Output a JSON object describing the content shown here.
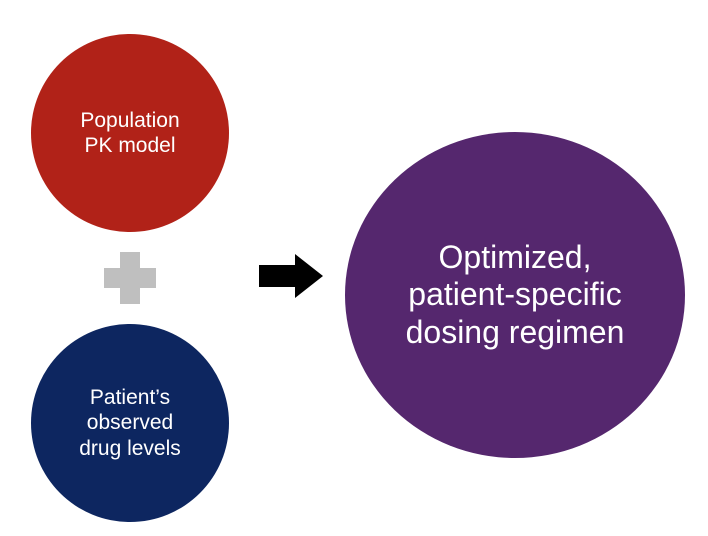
{
  "nodes": {
    "population_model": {
      "label": "Population\nPK model",
      "color": "#b12218"
    },
    "patient_levels": {
      "label": "Patient’s\nobserved\ndrug levels",
      "color": "#0d2660"
    },
    "output": {
      "label": "Optimized,\npatient-specific\ndosing regimen",
      "color": "#55276e"
    }
  },
  "connectors": {
    "plus_symbol": {
      "icon": "plus-icon",
      "color": "#bfbfbf"
    },
    "arrow": {
      "icon": "arrow-right-icon",
      "color": "#000000"
    }
  }
}
